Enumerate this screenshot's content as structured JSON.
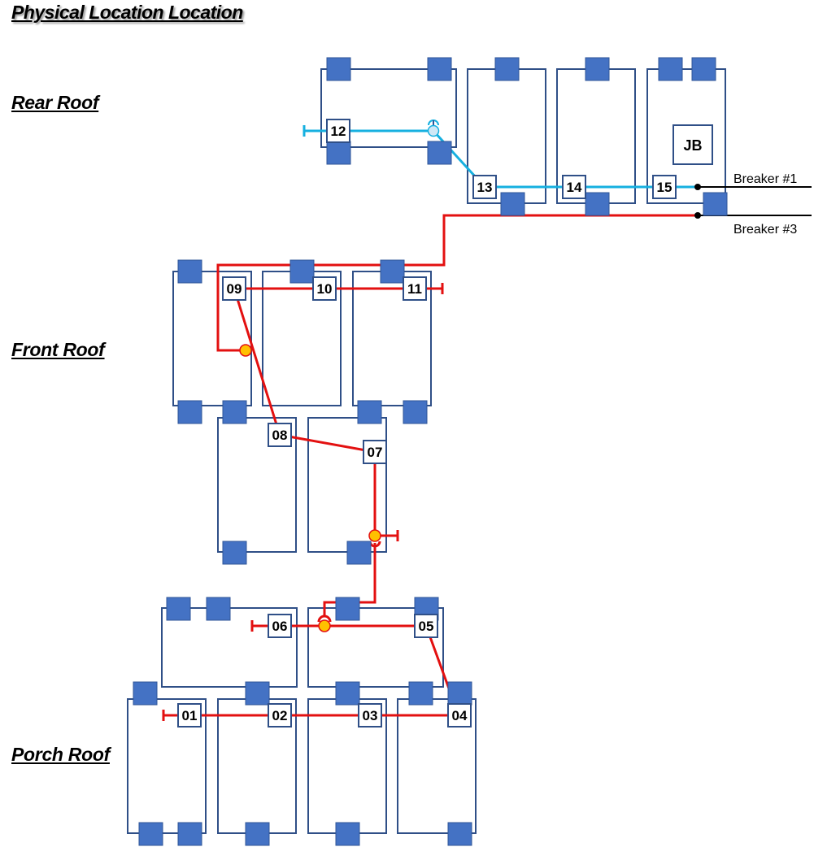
{
  "title": "Physical Location Location",
  "sections": {
    "rear": "Rear Roof",
    "front": "Front Roof",
    "porch": "Porch Roof"
  },
  "junction_box": "JB",
  "breakers": {
    "b1": "Breaker #1",
    "b3": "Breaker #3"
  },
  "panel_labels": [
    "01",
    "02",
    "03",
    "04",
    "05",
    "06",
    "07",
    "08",
    "09",
    "10",
    "11",
    "12",
    "13",
    "14",
    "15"
  ],
  "colors": {
    "panel_border": "#2f4f87",
    "clamp": "#4472c4",
    "red_string": "#e31010",
    "blue_string": "#16b0e0",
    "connector": "#ffc000"
  }
}
